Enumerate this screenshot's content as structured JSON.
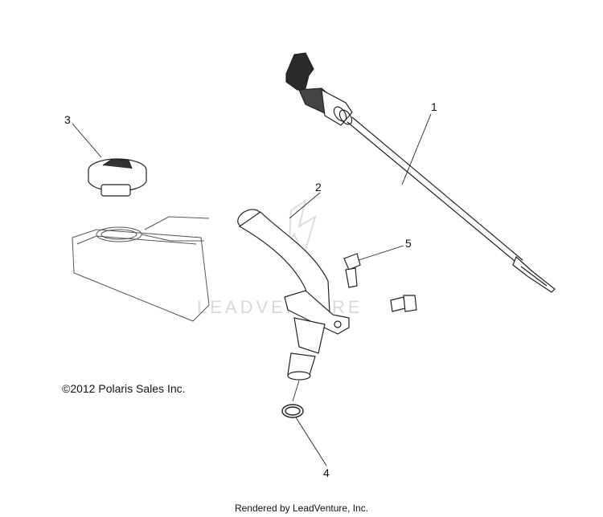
{
  "callouts": [
    {
      "id": "1",
      "label": "1"
    },
    {
      "id": "2",
      "label": "2"
    },
    {
      "id": "3",
      "label": "3"
    },
    {
      "id": "4",
      "label": "4"
    },
    {
      "id": "5",
      "label": "5"
    }
  ],
  "watermark": "LEADVENTURE",
  "copyright": "©2012 Polaris Sales Inc.",
  "footer": "Rendered by LeadVenture, Inc."
}
